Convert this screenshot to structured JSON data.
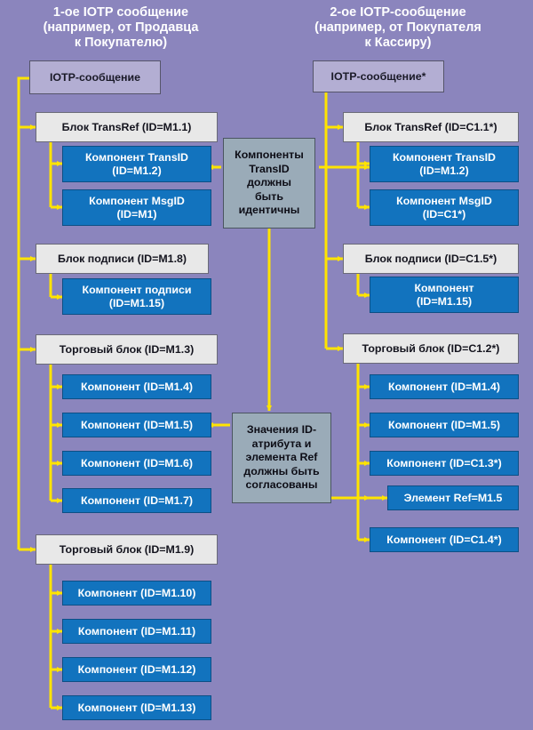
{
  "diagram": {
    "background_color": "#8b85bd",
    "edge_color": "#ffe400",
    "titles": {
      "left": "1-ое IOTP сообщение\n(например, от Продавца\nк Покупателю)",
      "right": "2-ое IOTP-сообщение\n(например, от Покупателя\nк Кассиру)"
    },
    "left_column": {
      "root": "IOTP-сообщение",
      "nodes": [
        {
          "label": "Блок TransRef (ID=M1.1)",
          "kind": "block"
        },
        {
          "label": "Компонент TransID\n(ID=M1.2)",
          "kind": "comp"
        },
        {
          "label": "Компонент MsgID\n(ID=M1)",
          "kind": "comp"
        },
        {
          "label": "Блок подписи (ID=M1.8)",
          "kind": "block"
        },
        {
          "label": "Компонент подписи\n(ID=M1.15)",
          "kind": "comp"
        },
        {
          "label": "Торговый блок  (ID=M1.3)",
          "kind": "block"
        },
        {
          "label": "Компонент  (ID=M1.4)",
          "kind": "comp"
        },
        {
          "label": "Компонент  (ID=M1.5)",
          "kind": "comp"
        },
        {
          "label": "Компонент  (ID=M1.6)",
          "kind": "comp"
        },
        {
          "label": "Компонент  (ID=M1.7)",
          "kind": "comp"
        },
        {
          "label": "Торговый блок  (ID=M1.9)",
          "kind": "block"
        },
        {
          "label": "Компонент  (ID=M1.10)",
          "kind": "comp"
        },
        {
          "label": "Компонент  (ID=M1.11)",
          "kind": "comp"
        },
        {
          "label": "Компонент  (ID=M1.12)",
          "kind": "comp"
        },
        {
          "label": "Компонент  (ID=M1.13)",
          "kind": "comp"
        }
      ]
    },
    "right_column": {
      "root": "IOTP-сообщение*",
      "nodes": [
        {
          "label": "Блок TransRef (ID=C1.1*)",
          "kind": "block"
        },
        {
          "label": "Компонент TransID\n(ID=M1.2)",
          "kind": "comp"
        },
        {
          "label": "Компонент MsgID\n(ID=C1*)",
          "kind": "comp"
        },
        {
          "label": "Блок подписи (ID=C1.5*)",
          "kind": "block"
        },
        {
          "label": "Компонент\n(ID=M1.15)",
          "kind": "comp"
        },
        {
          "label": "Торговый блок  (ID=C1.2*)",
          "kind": "block"
        },
        {
          "label": "Компонент  (ID=M1.4)",
          "kind": "comp"
        },
        {
          "label": "Компонент  (ID=M1.5)",
          "kind": "comp"
        },
        {
          "label": "Компонент  (ID=C1.3*)",
          "kind": "comp"
        },
        {
          "label": "Элемент Ref=M1.5",
          "kind": "comp"
        },
        {
          "label": "Компонент  (ID=C1.4*)",
          "kind": "comp"
        }
      ]
    },
    "notes": [
      {
        "label": "Компоненты\nTransID\nдолжны\nбыть\nидентичны"
      },
      {
        "label": "Значения ID-\nатрибута и\nэлемента Ref\nдолжны быть\nсогласованы"
      }
    ]
  }
}
